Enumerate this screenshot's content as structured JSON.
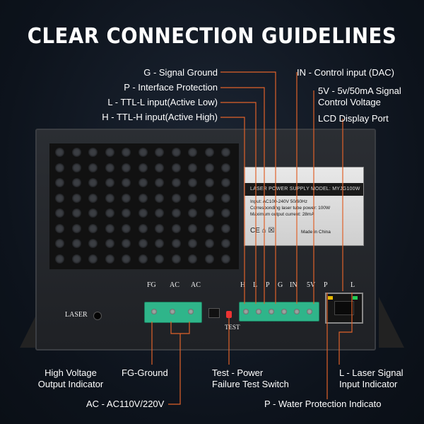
{
  "title": "CLEAR CONNECTION GUIDELINES",
  "colors": {
    "background": "#0f1520",
    "leader": "#e0622a",
    "connector": "#2fb58a",
    "text": "#ffffff"
  },
  "callouts_top": {
    "g": "G - Signal Ground",
    "p": "P - Interface Protection",
    "l": "L - TTL-L input(Active Low)",
    "h": "H -  TTL-H input(Active High)",
    "in": "IN - Control input (DAC)",
    "v5_line1": "5V - 5v/50mA Signal",
    "v5_line2": "Control Voltage",
    "lcd": "LCD Display Port"
  },
  "callouts_bottom": {
    "hv_line1": "High Voltage",
    "hv_line2": "Output Indicator",
    "fg": "FG-Ground",
    "test_line1": "Test - Power",
    "test_line2": "Failure Test Switch",
    "laser_line1": "L - Laser Signal",
    "laser_line2": "Input Indicator",
    "ac": "AC - AC110V/220V",
    "water": "P - Water Protection Indicato"
  },
  "device": {
    "nameplate": {
      "header": "LASER POWER SUPPLY   MODEL: MYJG100W",
      "spec1": "Input: AC100-240V  50/60Hz",
      "spec2": "Corresponding laser tube power: 100W",
      "spec3": "Maximum output current: 28mA",
      "made_in": "Made in China",
      "marks": "CE ⌂ ☒"
    },
    "pin_labels_left": [
      "FG",
      "AC",
      "AC"
    ],
    "pin_labels_right": [
      "H",
      "L",
      "P",
      "G",
      "IN",
      "5V"
    ],
    "port_labels": [
      "P",
      "L"
    ],
    "laser_label": "LASER",
    "test_label": "TEST"
  }
}
